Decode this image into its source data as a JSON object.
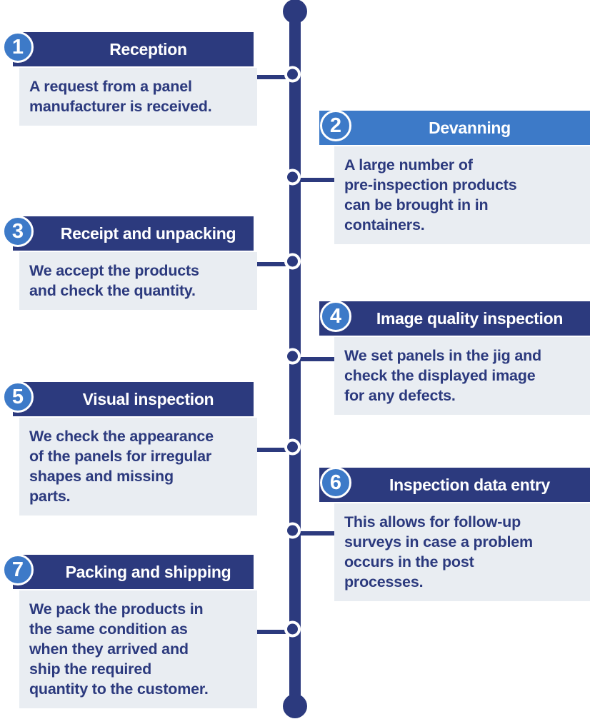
{
  "diagram": {
    "type": "process-timeline",
    "colors": {
      "navy": "#2C3A7E",
      "accent_blue": "#3D7AC8",
      "body_background": "#E9EDF2",
      "body_text": "#2C3A7E",
      "header_text": "#FFFFFF"
    },
    "steps": [
      {
        "number": "1",
        "title": "Reception",
        "description": "A request from a panel\nmanufacturer is received.",
        "side": "left"
      },
      {
        "number": "2",
        "title": "Devanning",
        "description": "A large number of\npre-inspection products\ncan be brought in in\ncontainers.",
        "side": "right"
      },
      {
        "number": "3",
        "title": "Receipt and unpacking",
        "description": "We accept the products\nand check the quantity.",
        "side": "left"
      },
      {
        "number": "4",
        "title": "Image quality inspection",
        "description": "We set panels in the jig and\ncheck the displayed image\nfor any defects.",
        "side": "right"
      },
      {
        "number": "5",
        "title": "Visual inspection",
        "description": "We check the appearance\nof the panels for irregular\nshapes and missing\nparts.",
        "side": "left"
      },
      {
        "number": "6",
        "title": "Inspection data entry",
        "description": "This allows for follow-up\nsurveys in case a problem\noccurs in the post\nprocesses.",
        "side": "right"
      },
      {
        "number": "7",
        "title": "Packing and shipping",
        "description": "We pack the products in\nthe same condition as\nwhen they arrived and\nship the required\nquantity to the customer.",
        "side": "left"
      }
    ]
  }
}
